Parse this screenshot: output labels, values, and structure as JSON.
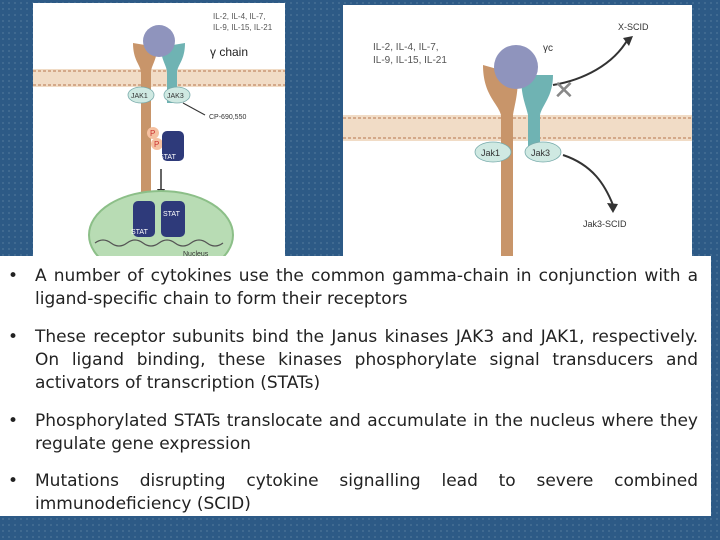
{
  "left_diagram": {
    "cytokines_line1": "IL-2, IL-4, IL-7,",
    "cytokines_line2": "IL-9, IL-15, IL-21",
    "gamma_chain_label": "γ chain",
    "jak1_label": "JAK1",
    "jak3_label": "JAK3",
    "inhibitor_label": "CP-690,550",
    "phospho_label": "P",
    "stat_label": "STAT",
    "nucleus_label": "Nucleus"
  },
  "right_diagram": {
    "cytokines_line1": "IL-2, IL-4, IL-7,",
    "cytokines_line2": "IL-9, IL-15, IL-21",
    "gamma_c_label": "γc",
    "xscid_label": "X-SCID",
    "jak1_label": "Jak1",
    "jak3_label": "Jak3",
    "jak3scid_label": "Jak3-SCID",
    "block_mark": "✕"
  },
  "bullets": [
    "A number of cytokines use the common gamma-chain in conjunction with a ligand-specific chain to form their receptors",
    "These receptor subunits bind the Janus kinases JAK3 and JAK1, respectively. On ligand binding, these kinases phosphorylate signal transducers and activators of transcription (STATs)",
    "Phosphorylated STATs translocate and accumulate in the nucleus where they regulate gene expression",
    "Mutations disrupting cytokine signalling lead to severe combined immunodeficiency (SCID)"
  ],
  "bullet_symbol": "•",
  "colors": {
    "background": "#2d5a86",
    "membrane": "#e8c9a8",
    "receptor_brown": "#c8956a",
    "receptor_teal": "#6fb3b3",
    "cytokine": "#8f94bd",
    "stat_navy": "#2e3a7a",
    "nucleus_green": "#b8dcb4"
  }
}
